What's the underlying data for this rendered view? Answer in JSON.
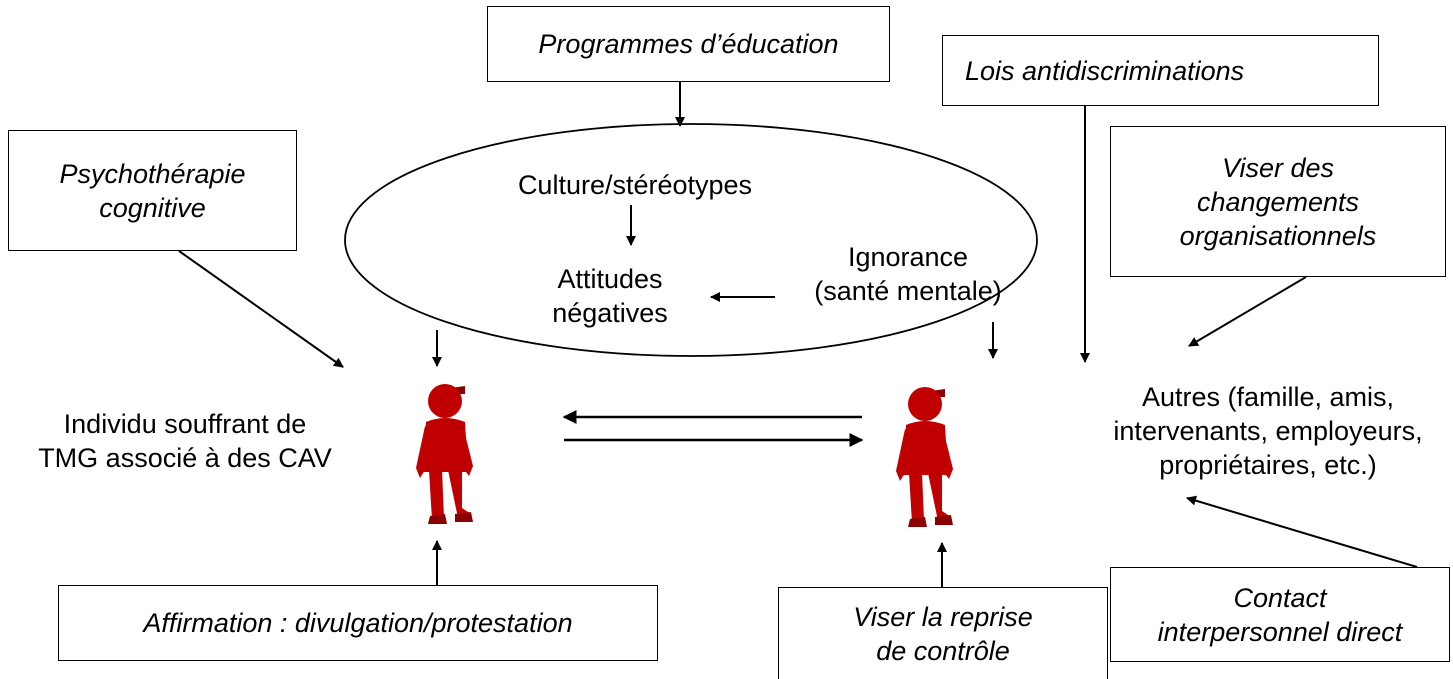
{
  "interventions": {
    "programmes": "Programmes d’éducation",
    "lois": "Lois antidiscriminations",
    "psycho_line1": "Psychothérapie",
    "psycho_line2": "cognitive",
    "viser_changements_line1": "Viser des",
    "viser_changements_line2": "changements",
    "viser_changements_line3": "organisationnels",
    "affirmation": "Affirmation : divulgation/protestation",
    "reprise_line1": "Viser la reprise",
    "reprise_line2": "de contrôle",
    "contact_line1": "Contact",
    "contact_line2": "interpersonnel direct"
  },
  "ellipse": {
    "culture": "Culture/stéréotypes",
    "attitudes_line1": "Attitudes",
    "attitudes_line2": "négatives",
    "ignorance_line1": "Ignorance",
    "ignorance_line2": "(santé mentale)"
  },
  "actors": {
    "individu_line1": "Individu souffrant de",
    "individu_line2": "TMG associé à des CAV",
    "autres_line1": "Autres (famille, amis,",
    "autres_line2": "intervenants, employeurs,",
    "autres_line3": "propriétaires, etc.)"
  },
  "colors": {
    "figure": "#c00000",
    "figure_dark": "#8a0000"
  }
}
